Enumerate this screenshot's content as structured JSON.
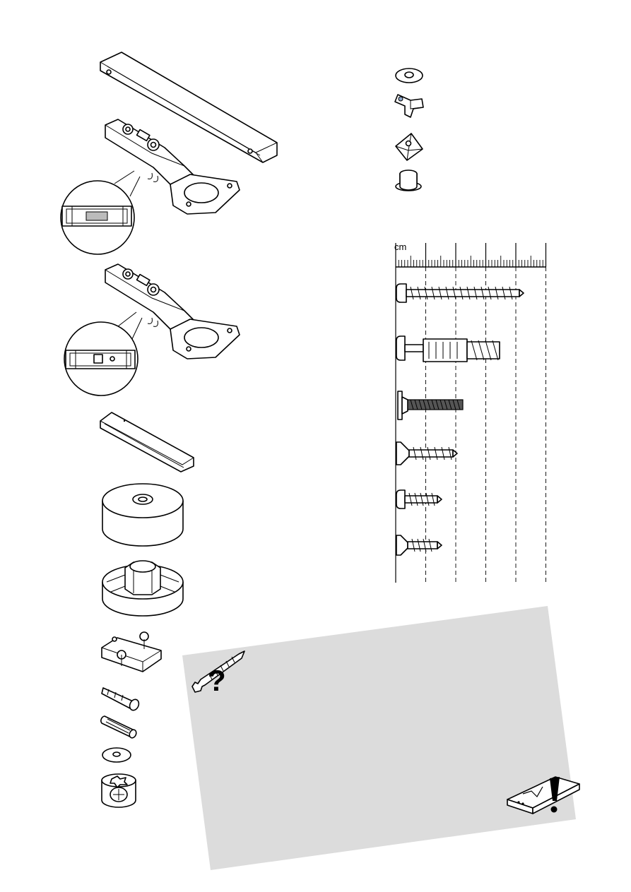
{
  "ruler": {
    "unit_label": "cm"
  },
  "icons": {
    "hinge_1_detail": "magnifier-detail",
    "hinge_2_detail": "magnifier-detail",
    "help_screw": "screw-question-icon",
    "board_warning": "cracked-board-exclamation-icon"
  },
  "colors": {
    "note_panel": "#dcdcdc",
    "line": "#000000"
  }
}
